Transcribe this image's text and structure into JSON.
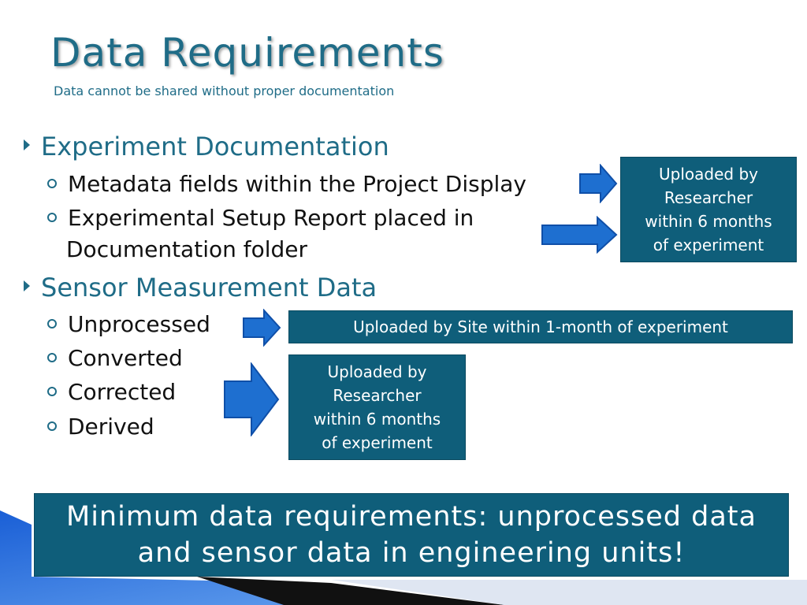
{
  "slide": {
    "title": "Data Requirements",
    "subtitle": "Data cannot be shared without proper documentation",
    "sections": [
      {
        "heading": "Experiment Documentation",
        "items": [
          "Metadata fields within the Project Display",
          "Experimental Setup Report placed in",
          "Documentation folder"
        ]
      },
      {
        "heading": "Sensor Measurement Data",
        "items": [
          "Unprocessed",
          "Converted",
          "Corrected",
          "Derived"
        ]
      }
    ],
    "callouts": {
      "researcher_top": [
        "Uploaded by",
        "Researcher",
        "within 6 months",
        "of experiment"
      ],
      "site": "Uploaded by Site within 1-month of experiment",
      "researcher_bottom": [
        "Uploaded by",
        "Researcher",
        "within 6 months",
        "of experiment"
      ]
    },
    "summary": [
      "Minimum data requirements: unprocessed data",
      "and sensor data in engineering units!"
    ]
  },
  "colors": {
    "accent": "#1f6c87",
    "callout_bg": "#0f5e7a",
    "arrow": "#1e6fd0"
  }
}
